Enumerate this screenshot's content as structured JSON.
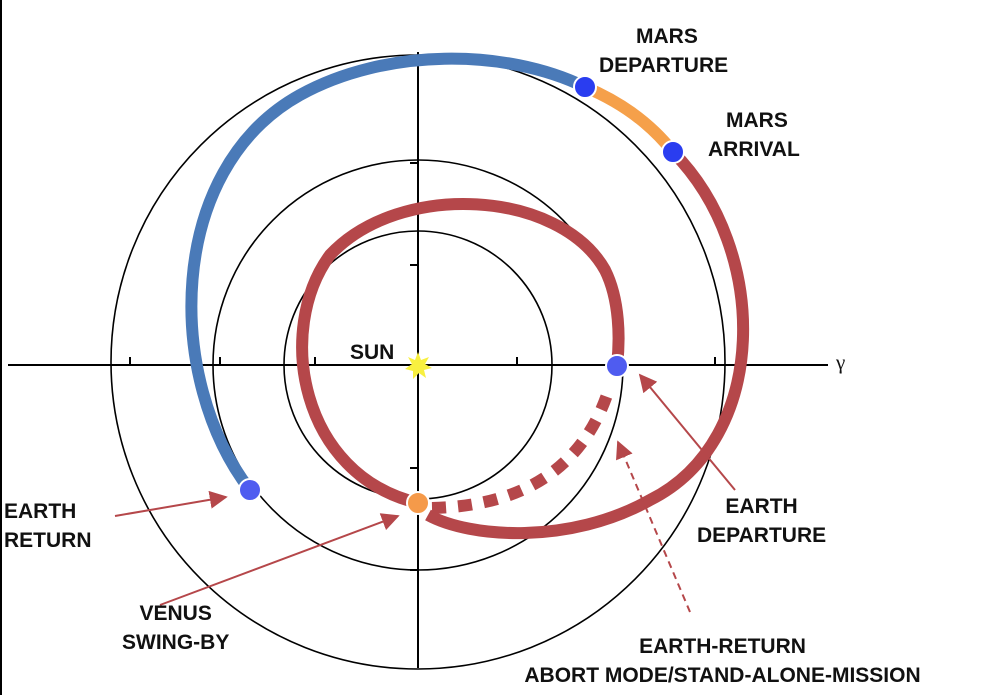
{
  "labels": {
    "mars_departure": [
      "MARS",
      "DEPARTURE"
    ],
    "mars_arrival": [
      "MARS",
      "ARRIVAL"
    ],
    "sun": "SUN",
    "axis_symbol": "γ",
    "earth_return": [
      "EARTH",
      "RETURN"
    ],
    "venus_swing_by": [
      "VENUS",
      "SWING-BY"
    ],
    "earth_departure": [
      "EARTH",
      "DEPARTURE"
    ],
    "abort_mode": [
      "EARTH-RETURN",
      "ABORT MODE/STAND-ALONE-MISSION"
    ]
  },
  "colors": {
    "outbound_leg": "#4a7ab8",
    "stay_leg": "#f5a04a",
    "return_leg": "#b5474a",
    "earth_dot": "#2a3df0",
    "venus_dot": "#f59a4a",
    "sun": "#f8f040"
  }
}
